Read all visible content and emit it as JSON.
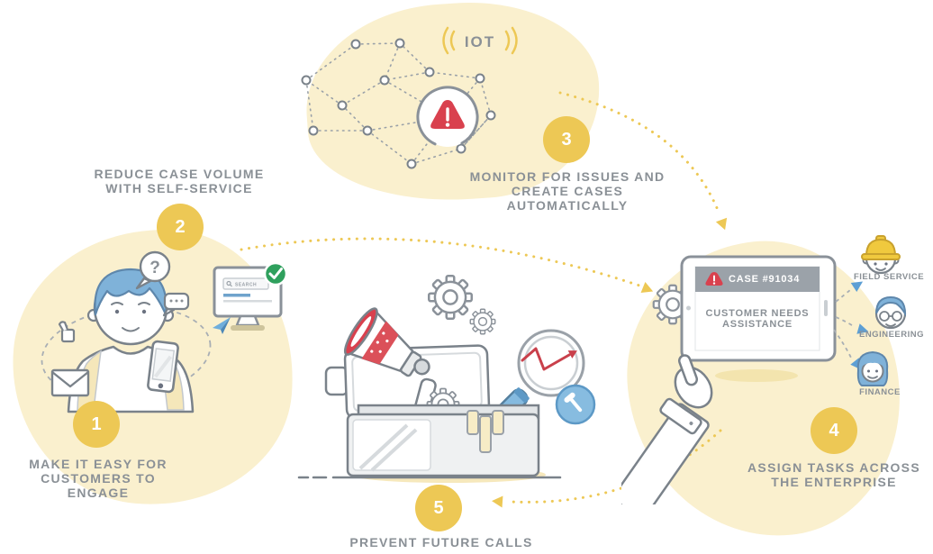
{
  "steps": [
    {
      "number": "1",
      "lines": [
        "MAKE IT EASY FOR",
        "CUSTOMERS TO ENGAGE"
      ]
    },
    {
      "number": "2",
      "lines": [
        "REDUCE CASE VOLUME",
        "WITH SELF-SERVICE"
      ]
    },
    {
      "number": "3",
      "lines": [
        "MONITOR FOR ISSUES AND",
        "CREATE CASES AUTOMATICALLY"
      ]
    },
    {
      "number": "4",
      "lines": [
        "ASSIGN TASKS ACROSS",
        "THE ENTERPRISE"
      ]
    },
    {
      "number": "5",
      "lines": [
        "PREVENT FUTURE CALLS",
        ""
      ]
    }
  ],
  "iot": {
    "label": "IOT"
  },
  "tablet": {
    "case_header": "CASE #91034",
    "message_lines": [
      "CUSTOMER NEEDS",
      "ASSISTANCE"
    ]
  },
  "departments": [
    {
      "label": "FIELD SERVICE"
    },
    {
      "label": "ENGINEERING"
    },
    {
      "label": "FINANCE"
    }
  ],
  "monitor": {
    "search_label": "SEARCH"
  },
  "icons": {
    "question_mark": "?"
  },
  "colors": {
    "accent_yellow": "#EDC855",
    "blob_yellow": "#FAF0CE",
    "text_gray": "#8A9096",
    "outline_gray": "#7A828A",
    "alert_red": "#D9414E",
    "blue": "#7FB2D9",
    "green": "#2FA05D",
    "tablet_header_gray": "#9BA2A9"
  }
}
